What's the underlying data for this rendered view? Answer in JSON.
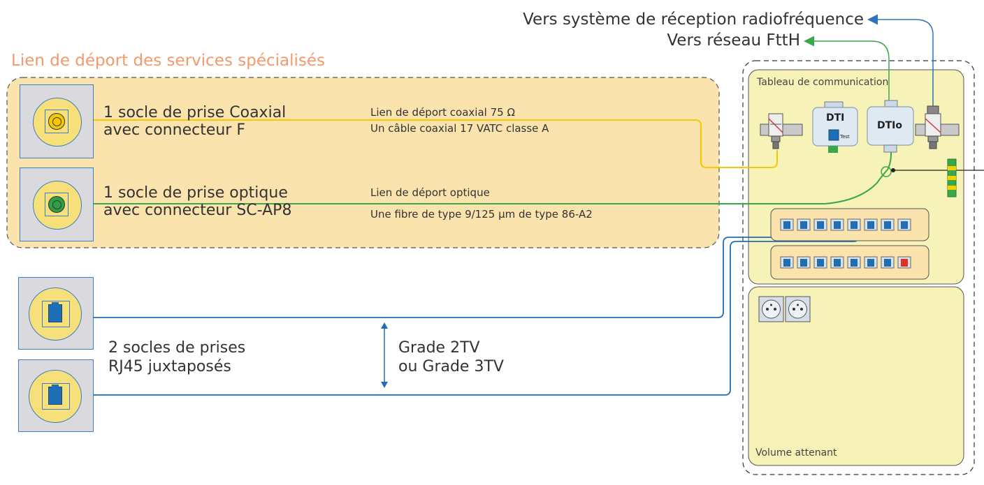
{
  "external": {
    "rf": "Vers système de réception radiofréquence",
    "ftth": "Vers réseau FttH"
  },
  "services_link": {
    "title": "Lien de déport des services spécialisés",
    "coax": {
      "socket_line1": "1 socle de prise Coaxial",
      "socket_line2": "avec connecteur F",
      "link_line1": "Lien de déport coaxial 75 Ω",
      "link_line2": "Un câble coaxial 17 VATC classe A"
    },
    "optical": {
      "socket_line1": "1 socle de prise optique",
      "socket_line2": "avec connecteur SC-AP8",
      "link_line1": "Lien de déport optique",
      "link_line2": "Une fibre de type 9/125 µm de type 86-A2"
    }
  },
  "rj45": {
    "line1": "2 socles de prises",
    "line2": "RJ45 juxtaposés",
    "grade_line1": "Grade 2TV",
    "grade_line2": "ou Grade 3TV"
  },
  "panel": {
    "title": "Tableau de communication",
    "dti": "DTI",
    "dti_test": "Test",
    "dtio": "DTIo",
    "volume": "Volume attenant"
  },
  "colors": {
    "coax_cable": "#f5c800",
    "fiber_cable": "#3aa84a",
    "rj45_cable": "#1f6db5",
    "rf_cable": "#2f73c0",
    "title_accent": "#f29a6b",
    "zone_fill": "#fbe3ae",
    "panel_fill": "#f7f3b8"
  }
}
